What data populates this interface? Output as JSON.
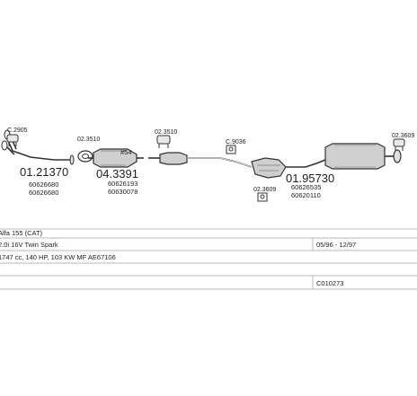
{
  "parts": {
    "clamp_1": "C.2905",
    "front_pipe": {
      "number": "01.21370",
      "oe1": "60626680",
      "oe2": "60626680"
    },
    "gasket_1": "02.3510",
    "catalyst": {
      "number": "04.3391",
      "oe1": "60626193",
      "oe2": "60630078",
      "note": "#54"
    },
    "clamp_2": "02.3510",
    "rubber_1": "C.9036",
    "rear_section": {
      "number": "01.95730",
      "oe1": "60626535",
      "oe2": "60620110"
    },
    "clamp_3": "02.3609",
    "tail_clamp": "02.3609"
  },
  "info_rows": [
    {
      "left": "Alfa 155 (CAT)",
      "right": ""
    },
    {
      "left": "2.0i 16V Twin Spark",
      "right": "05/96 - 12/97"
    },
    {
      "left": "1747 cc, 140 HP, 103 KW MF AE67106",
      "right": ""
    },
    {
      "left": "",
      "right": ""
    },
    {
      "left": "",
      "right": "C010273"
    }
  ]
}
